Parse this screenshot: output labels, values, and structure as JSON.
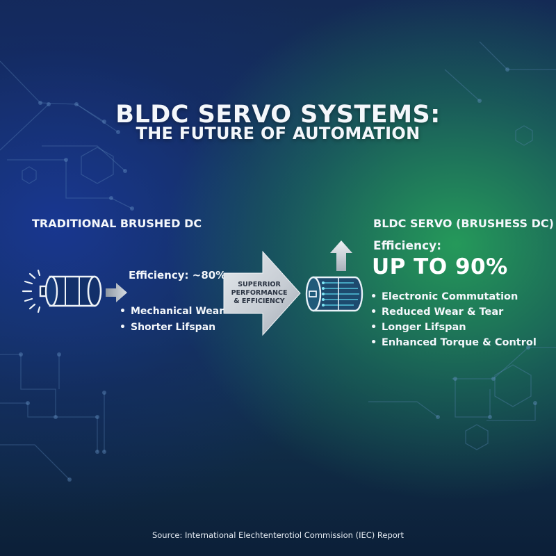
{
  "title": {
    "line1": "BLDC SERVO SYSTEMS:",
    "line2": "THE FUTURE OF AUTOMATION"
  },
  "left": {
    "heading": "TRADITIONAL BRUSHED DC",
    "efficiency": "Efficiency: ~80%",
    "bullets": [
      "Mechanical Wear",
      "Shorter Lifspan"
    ],
    "icon": "brushed-dc-motor-icon"
  },
  "center": {
    "arrow_lines": [
      "SUPERRIOR",
      "PERFORMANCE",
      "& EFFICIENCY"
    ],
    "icon": "right-arrow-icon"
  },
  "right": {
    "heading": "BLDC SERVO (BRUSHESS DC)",
    "efficiency_label": "Efficiency:",
    "efficiency_value": "UP TO 90%",
    "bullets": [
      "Electronic Commutation",
      "Reduced Wear & Tear",
      "Longer Lifspan",
      "Enhanced Torque & Control"
    ],
    "icon": "bldc-servo-motor-icon"
  },
  "bullet_char": "•",
  "source": "Source: International Elechtenterotiol Commission (IEC) Report",
  "colors": {
    "background_blue": "#1a3a8c",
    "background_green": "#2a9a5a",
    "text": "#f4f7fb",
    "circuit_lines": "#5b86b8",
    "arrow_fill": "#b9c0c8",
    "arrow_text": "#2a3342",
    "motor_glow": "#58d0e8"
  }
}
